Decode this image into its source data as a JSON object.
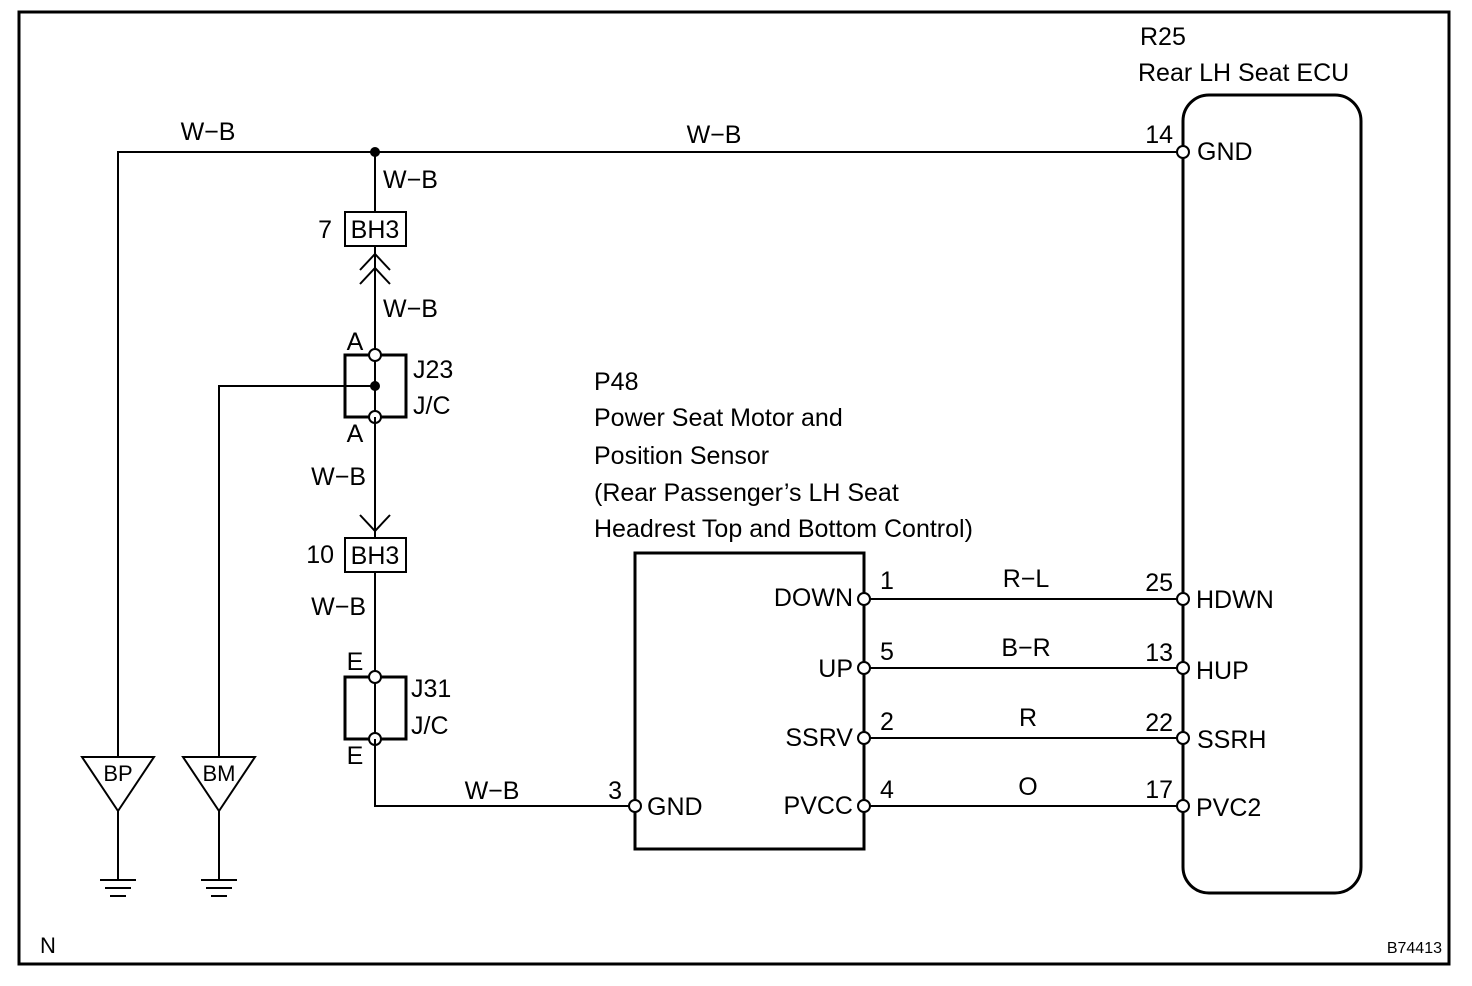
{
  "ecu": {
    "code": "R25",
    "name": "Rear LH Seat ECU",
    "pins": [
      {
        "num": "14",
        "label": "GND"
      },
      {
        "num": "25",
        "label": "HDWN"
      },
      {
        "num": "13",
        "label": "HUP"
      },
      {
        "num": "22",
        "label": "SSRH"
      },
      {
        "num": "17",
        "label": "PVC2"
      }
    ]
  },
  "motor": {
    "code": "P48",
    "name_lines": [
      "Power Seat Motor and",
      "Position Sensor",
      "(Rear Passenger’s LH Seat",
      "Headrest Top and Bottom Control)"
    ],
    "pins": [
      {
        "num": "1",
        "label": "DOWN"
      },
      {
        "num": "5",
        "label": "UP"
      },
      {
        "num": "2",
        "label": "SSRV"
      },
      {
        "num": "4",
        "label": "PVCC"
      },
      {
        "num": "3",
        "label": "GND"
      }
    ]
  },
  "wires": {
    "top_left": "W−B",
    "top_main": "W−B",
    "branch_down": "W−B",
    "bh3_to_j23": "W−B",
    "j23_to_bh3": "W−B",
    "bh3_to_j31": "W−B",
    "j31_to_p48": "W−B",
    "down": "R−L",
    "up": "B−R",
    "ssrv": "R",
    "pvcc": "O"
  },
  "connectors": {
    "bh3_top": {
      "label": "BH3",
      "pin": "7"
    },
    "bh3_bottom": {
      "label": "BH3",
      "pin": "10"
    }
  },
  "junctions": {
    "j23": {
      "code": "J23",
      "type": "J/C",
      "pin_top": "A",
      "pin_bottom": "A"
    },
    "j31": {
      "code": "J31",
      "type": "J/C",
      "pin_top": "E",
      "pin_bottom": "E"
    }
  },
  "grounds": [
    {
      "label": "BP"
    },
    {
      "label": "BM"
    }
  ],
  "corner_left": "N",
  "figure_code": "B74413"
}
